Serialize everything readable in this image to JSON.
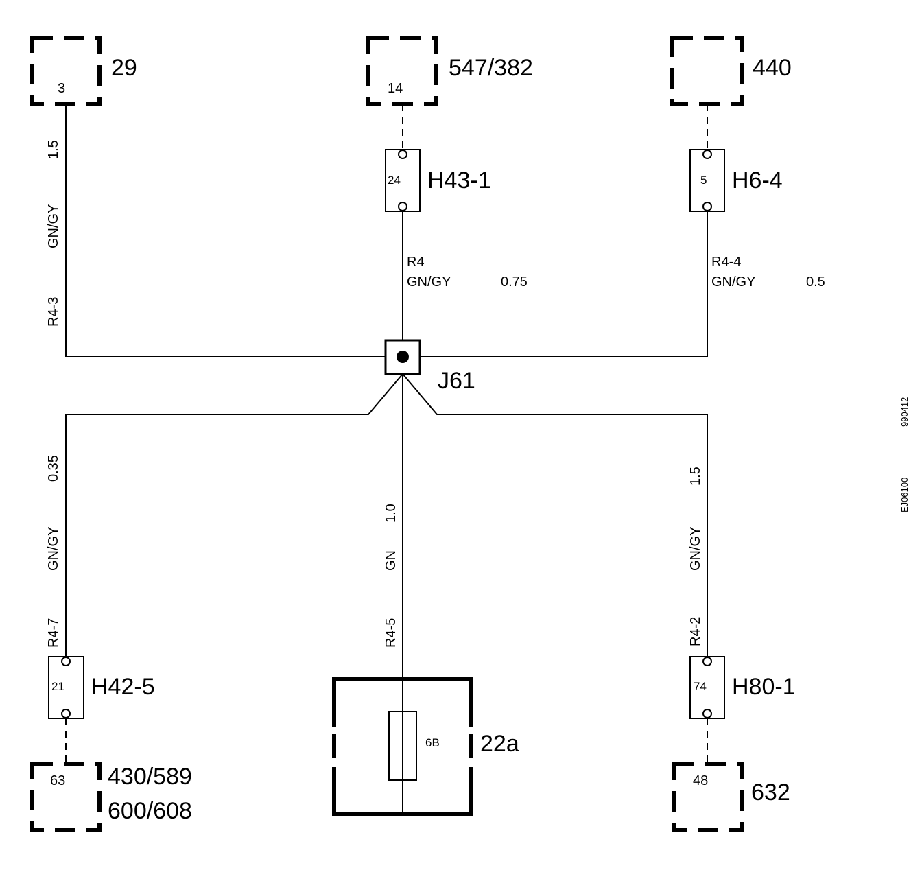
{
  "components": {
    "c29": {
      "label": "29",
      "pin": "3"
    },
    "c547": {
      "label": "547/382",
      "pin": "14"
    },
    "c440": {
      "label": "440"
    },
    "c430": {
      "label_line1": "430/589",
      "label_line2": "600/608",
      "pin": "63"
    },
    "c632": {
      "label": "632",
      "pin": "48"
    },
    "c22a": {
      "label": "22a",
      "inner": "6B"
    }
  },
  "connectors": {
    "h43": {
      "label": "H43-1",
      "pin": "24"
    },
    "h6": {
      "label": "H6-4",
      "pin": "5"
    },
    "h42": {
      "label": "H42-5",
      "pin": "21"
    },
    "h80": {
      "label": "H80-1",
      "pin": "74"
    }
  },
  "junction": {
    "label": "J61"
  },
  "wires": {
    "left_top": {
      "size": "1.5",
      "color": "GN/GY",
      "id": "R4-3"
    },
    "center_top": {
      "id": "R4",
      "color": "GN/GY",
      "size": "0.75"
    },
    "right_top": {
      "id": "R4-4",
      "color": "GN/GY",
      "size": "0.5"
    },
    "left_bottom": {
      "size": "0.35",
      "color": "GN/GY",
      "id": "R4-7"
    },
    "center_bottom": {
      "size": "1.0",
      "color": "GN",
      "id": "R4-5"
    },
    "right_bottom": {
      "size": "1.5",
      "color": "GN/GY",
      "id": "R4-2"
    }
  },
  "margin_codes": {
    "date": "990412",
    "ref": "EJ06100"
  }
}
